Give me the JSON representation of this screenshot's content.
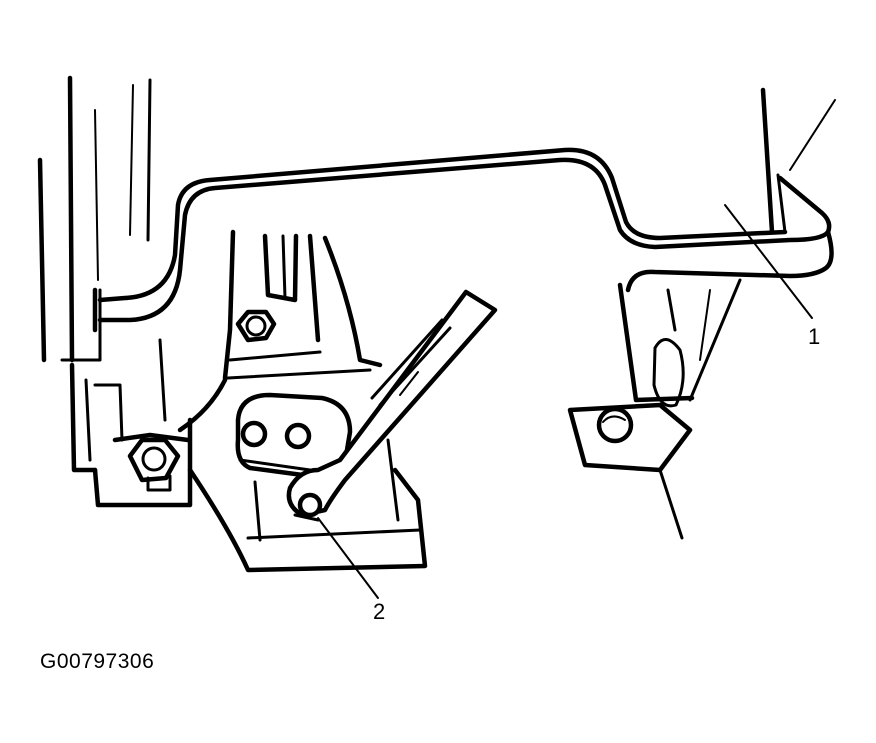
{
  "callouts": {
    "one": "1",
    "two": "2"
  },
  "figure_id": "G00797306",
  "colors": {
    "ink": "#000000",
    "paper": "#ffffff"
  }
}
